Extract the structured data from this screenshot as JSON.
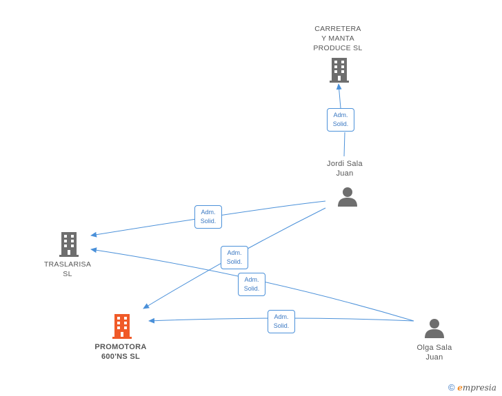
{
  "colors": {
    "edge": "#4a90d9",
    "company": "#6e6e6e",
    "company_focus": "#f05a28",
    "person": "#6e6e6e"
  },
  "nodes": {
    "carretera": {
      "lines": [
        "CARRETERA",
        "Y MANTA",
        "PRODUCE SL"
      ],
      "type": "company",
      "icon": "building-icon"
    },
    "jordi": {
      "lines": [
        "Jordi Sala",
        "Juan"
      ],
      "type": "person",
      "icon": "person-icon"
    },
    "traslarisa": {
      "lines": [
        "TRASLARISA",
        "SL"
      ],
      "type": "company",
      "icon": "building-icon"
    },
    "promotora": {
      "lines": [
        "PROMOTORA",
        "600'NS SL"
      ],
      "type": "company-focus",
      "icon": "building-icon"
    },
    "olga": {
      "lines": [
        "Olga Sala",
        "Juan"
      ],
      "type": "person",
      "icon": "person-icon"
    }
  },
  "edges": [
    {
      "from": "jordi",
      "to": "carretera",
      "label": [
        "Adm.",
        "Solid."
      ]
    },
    {
      "from": "jordi",
      "to": "traslarisa",
      "label": [
        "Adm.",
        "Solid."
      ]
    },
    {
      "from": "jordi",
      "to": "promotora",
      "label": [
        "Adm.",
        "Solid."
      ]
    },
    {
      "from": "olga",
      "to": "traslarisa",
      "label": [
        "Adm.",
        "Solid."
      ]
    },
    {
      "from": "olga",
      "to": "promotora",
      "label": [
        "Adm.",
        "Solid."
      ]
    }
  ],
  "watermark": {
    "symbol": "©",
    "brand_initial": "e",
    "brand_rest": "mpresia"
  }
}
